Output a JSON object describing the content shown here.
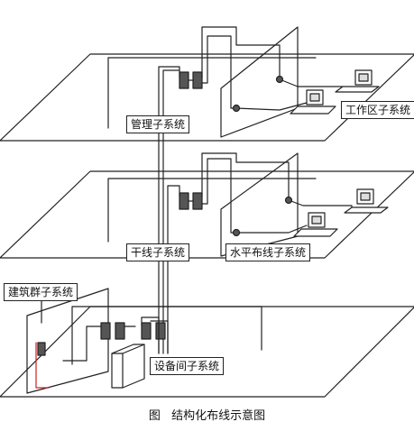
{
  "labels": {
    "management": "管理子系统",
    "work_area": "工作区子系统",
    "backbone": "干线子系统",
    "horizontal": "水平布线子系统",
    "campus": "建筑群子系统",
    "equipment_room": "设备间子系统"
  },
  "caption": {
    "prefix": "图",
    "title": "结构化布线示意图"
  },
  "colors": {
    "line": "#222222",
    "accent": "#cc2222",
    "panel": "#555555",
    "background": "#ffffff"
  }
}
